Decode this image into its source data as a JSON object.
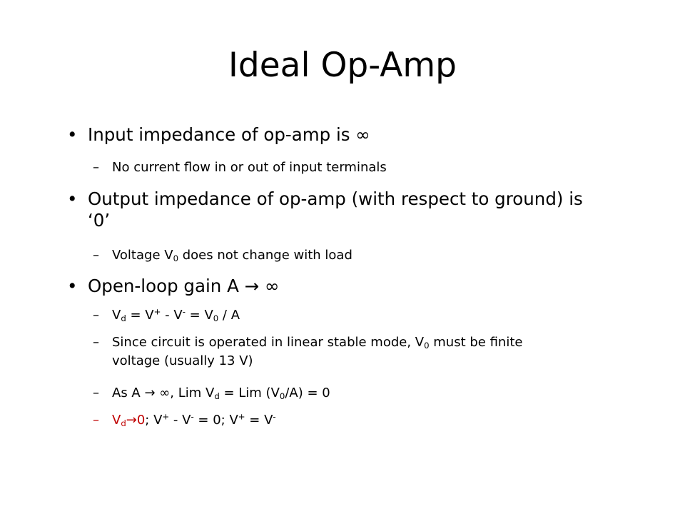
{
  "slide": {
    "title": "Ideal Op-Amp",
    "bullet_symbol": "•",
    "dash_symbol": "–",
    "arrow_symbol": "→",
    "accent_color": "#c00000",
    "bullets": [
      {
        "text": "Input impedance of op-amp is ∞",
        "subs": [
          "No current flow in or out of input terminals"
        ]
      },
      {
        "text_line1": "Output impedance of op-amp (with respect to ground) is",
        "text_line2": "‘0’",
        "subs": [
          "Voltage V",
          "0",
          " does not change with load"
        ]
      },
      {
        "text_pre": "Open-loop gain A ",
        "text_post": " ∞"
      }
    ],
    "eq1": {
      "v": "V",
      "d": "d",
      "eq": " = ",
      "vp": "V",
      "plus": "+",
      "minus_op": " - ",
      "vm": "V",
      "minus": "-",
      "eq2": " = ",
      "v0": "V",
      "zero": "0",
      "tail": " / A"
    },
    "since": {
      "pre": "Since circuit is operated in linear stable mode, V",
      "zero": "0",
      "post": " must be finite",
      "line2": "voltage (usually 13 V)"
    },
    "as_a": {
      "pre": "As A ",
      "mid": " ∞, Lim V",
      "d": "d",
      "mid2": " = Lim (V",
      "zero": "0",
      "post": "/A) = 0"
    },
    "last": {
      "v": "V",
      "d": "d",
      "zero_txt": "0",
      "part1": "; V",
      "plus": "+",
      "part2": " - V",
      "minus": "-",
      "part3": " = 0; V",
      "plus2": "+",
      "part4": " = V",
      "minus2": "-"
    }
  }
}
